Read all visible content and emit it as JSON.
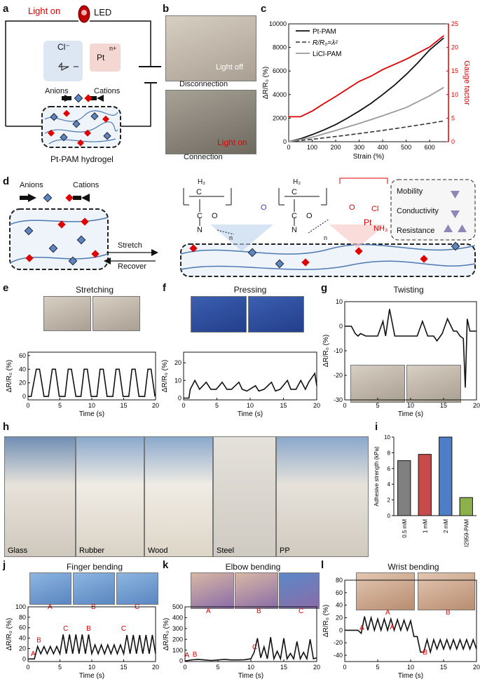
{
  "labels": {
    "a": "a",
    "b": "b",
    "c": "c",
    "d": "d",
    "e": "e",
    "f": "f",
    "g": "g",
    "h": "h",
    "i": "i",
    "j": "j",
    "k": "k",
    "l": "l"
  },
  "panel_a": {
    "light_on": "Light on",
    "led": "LED",
    "anion_formula": "Cl⁻",
    "anions": "Anions",
    "cation_formula": "Pt",
    "cation_sup": "n+",
    "cations": "Cations",
    "hydrogel": "Pt-PAM hydrogel"
  },
  "panel_b": {
    "light_off": "Light off",
    "disconnection": "Disconnection",
    "light_on": "Light on",
    "connection": "Connection"
  },
  "panel_d": {
    "anions": "Anions",
    "cations": "Cations",
    "stretch": "Stretch",
    "recover": "Recover",
    "mobility": "Mobility",
    "conductivity": "Conductivity",
    "resistance": "Resistance",
    "ch2": "H₂",
    "c": "C",
    "h": "H",
    "o": "O",
    "n": "N",
    "cl": "Cl",
    "pt": "Pt",
    "nh3": "NH₃",
    "sub_n": "n"
  },
  "panel_h": {
    "photos": [
      "Glass",
      "Rubber",
      "Wood",
      "Steel",
      "PP"
    ]
  },
  "photo_labels": {
    "j": [
      "A",
      "B",
      "C"
    ],
    "k": [
      "A",
      "B",
      "C"
    ],
    "l": [
      "A",
      "B"
    ]
  },
  "trace_labels": {
    "j": [
      "A",
      "B",
      "C",
      "B",
      "C"
    ],
    "k": [
      "A",
      "B",
      "C"
    ],
    "l": [
      "A",
      "A",
      "B"
    ]
  },
  "chart_data": [
    {
      "id": "c",
      "type": "line",
      "xlabel": "Strain (%)",
      "ylabel": "ΔR/R₀ (%)",
      "y2label": "Gauge factor",
      "xlim": [
        0,
        680
      ],
      "ylim": [
        0,
        10000
      ],
      "y2lim": [
        0,
        25
      ],
      "xticks": [
        0,
        100,
        200,
        300,
        400,
        500,
        600
      ],
      "yticks": [
        0,
        2000,
        4000,
        6000,
        8000,
        10000
      ],
      "y2ticks": [
        0,
        5,
        10,
        15,
        20,
        25
      ],
      "legend": [
        "Pt-PAM",
        "R/R₀=λ²",
        "LiCl-PAM"
      ],
      "series": [
        {
          "name": "Pt-PAM",
          "axis": "left",
          "x": [
            0,
            50,
            100,
            150,
            200,
            250,
            300,
            350,
            400,
            450,
            500,
            550,
            600,
            660
          ],
          "y": [
            0,
            250,
            600,
            1000,
            1450,
            2000,
            2600,
            3250,
            4000,
            4800,
            5700,
            6700,
            7800,
            8800
          ]
        },
        {
          "name": "R/R₀=λ²",
          "axis": "left",
          "x": [
            0,
            100,
            200,
            300,
            400,
            500,
            600,
            660
          ],
          "y": [
            0,
            210,
            440,
            690,
            960,
            1250,
            1560,
            1760
          ]
        },
        {
          "name": "LiCl-PAM",
          "axis": "left",
          "x": [
            0,
            100,
            200,
            300,
            400,
            500,
            600,
            660
          ],
          "y": [
            0,
            380,
            950,
            1550,
            2200,
            2900,
            3900,
            4600
          ]
        },
        {
          "name": "Gauge factor",
          "axis": "right",
          "x": [
            0,
            50,
            100,
            150,
            200,
            250,
            300,
            350,
            400,
            450,
            500,
            550,
            600,
            660
          ],
          "y": [
            5.3,
            5.3,
            6.5,
            8.1,
            9.6,
            11.2,
            12.8,
            13.9,
            15.3,
            16.4,
            17.5,
            18.8,
            20.1,
            22.5
          ]
        }
      ]
    },
    {
      "id": "e",
      "type": "line",
      "title": "Stretching",
      "xlabel": "Time (s)",
      "ylabel": "ΔR/R₀ (%)",
      "xlim": [
        0,
        20
      ],
      "ylim": [
        -5,
        65
      ],
      "xticks": [
        0,
        5,
        10,
        15,
        20
      ],
      "yticks": [
        0,
        20,
        40,
        60
      ],
      "series": [
        {
          "name": "",
          "x": [
            0,
            0.5,
            1.3,
            1.8,
            2.5,
            3.2,
            3.8,
            4.3,
            4.9,
            5.8,
            6.3,
            6.8,
            7.5,
            8.3,
            8.8,
            9.3,
            9.9,
            10.8,
            11.3,
            11.8,
            12.4,
            13.3,
            13.8,
            14.3,
            14.9,
            15.8,
            16.3,
            16.8,
            17.4,
            18.3,
            18.8,
            19.3,
            19.9
          ],
          "y": [
            0,
            0,
            40,
            40,
            0,
            0,
            40,
            40,
            0,
            0,
            40,
            40,
            0,
            0,
            40,
            40,
            0,
            0,
            40,
            40,
            0,
            0,
            40,
            40,
            0,
            0,
            40,
            40,
            0,
            0,
            40,
            40,
            0
          ]
        }
      ]
    },
    {
      "id": "f",
      "type": "line",
      "title": "Pressing",
      "xlabel": "Time (s)",
      "ylabel": "ΔR/R₀ (%)",
      "xlim": [
        0,
        20
      ],
      "ylim": [
        -1,
        26
      ],
      "xticks": [
        0,
        5,
        10,
        15,
        20
      ],
      "yticks": [
        0,
        10,
        20
      ],
      "series": [
        {
          "name": "",
          "x": [
            0,
            0.8,
            1.0,
            1.7,
            2.4,
            3.4,
            4.1,
            4.9,
            5.8,
            6.5,
            7.2,
            8.3,
            8.8,
            9.5,
            10.8,
            11.3,
            12.1,
            13.2,
            13.8,
            14.5,
            15.6,
            16.1,
            16.9,
            17.6,
            18.3,
            18.8,
            19.7,
            20
          ],
          "y": [
            0,
            0,
            5,
            10,
            5,
            9,
            5,
            5,
            9,
            5,
            5,
            9,
            5,
            4,
            7,
            4,
            5,
            9,
            4,
            5,
            10,
            5,
            5,
            10,
            5,
            9,
            14,
            7
          ]
        }
      ]
    },
    {
      "id": "g",
      "type": "line",
      "title": "Twisting",
      "xlabel": "Time (s)",
      "ylabel": "ΔR/R₀ (%)",
      "xlim": [
        0,
        20
      ],
      "ylim": [
        -30,
        10
      ],
      "xticks": [
        0,
        5,
        10,
        15,
        20
      ],
      "yticks": [
        -30,
        -20,
        -10,
        0,
        10
      ],
      "series": [
        {
          "name": "",
          "x": [
            0,
            1,
            1.6,
            2,
            2.4,
            3.2,
            5,
            5.8,
            6.2,
            6.8,
            7.6,
            10,
            11,
            11.8,
            12.6,
            13.5,
            14,
            14.8,
            15.6,
            16.5,
            17,
            17.5,
            18,
            18.3,
            18.6,
            19,
            20
          ],
          "y": [
            0,
            0,
            -3,
            -4,
            -3,
            -4,
            -4,
            2,
            -4,
            7,
            -4,
            -4,
            -4,
            2,
            -4,
            -4,
            -6,
            -3,
            3,
            -2,
            -2,
            -4,
            -5,
            -25,
            3,
            -2,
            -2
          ]
        }
      ]
    },
    {
      "id": "i",
      "type": "bar",
      "ylabel": "Adhesive strength (kPa)",
      "ylim": [
        0,
        10
      ],
      "yticks": [
        0,
        2,
        4,
        6,
        8,
        10
      ],
      "categories": [
        "0.5 mM",
        "1 mM",
        "2 mM",
        "I2959-PAM"
      ],
      "values": [
        7.0,
        7.8,
        10.0,
        2.3
      ],
      "colors": [
        "#808080",
        "#c84b4b",
        "#4f7ec9",
        "#8cb04a"
      ]
    },
    {
      "id": "j",
      "type": "line",
      "title": "Finger bending",
      "xlabel": "Time (s)",
      "ylabel": "ΔR/R₀ (%)",
      "xlim": [
        0,
        20
      ],
      "ylim": [
        -5,
        100
      ],
      "xticks": [
        0,
        5,
        10,
        15,
        20
      ],
      "yticks": [
        0,
        20,
        40,
        60,
        80,
        100
      ],
      "series": [
        {
          "name": "",
          "x": [
            0,
            1,
            1.5,
            2,
            2.5,
            3,
            3.5,
            4,
            4.5,
            5,
            5.5,
            6,
            6.5,
            7,
            7.5,
            8,
            8.5,
            9,
            9.5,
            10,
            10.5,
            11,
            11.5,
            12,
            12.5,
            13,
            13.5,
            14,
            14.5,
            15,
            15.5,
            16,
            16.5,
            17,
            17.5,
            18,
            18.5,
            19,
            19.5,
            20
          ],
          "y": [
            0,
            0,
            24,
            10,
            24,
            10,
            24,
            10,
            24,
            10,
            47,
            10,
            47,
            10,
            47,
            10,
            47,
            10,
            47,
            10,
            27,
            10,
            27,
            10,
            27,
            10,
            27,
            10,
            27,
            10,
            46,
            10,
            46,
            10,
            46,
            10,
            46,
            10,
            46,
            10
          ]
        }
      ]
    },
    {
      "id": "k",
      "type": "line",
      "title": "Elbow bending",
      "xlabel": "Time (s)",
      "ylabel": "ΔR/R₀ (%)",
      "xlim": [
        0,
        20
      ],
      "ylim": [
        -5,
        500
      ],
      "xticks": [
        0,
        5,
        10,
        15,
        20
      ],
      "yticks": [
        0,
        100,
        200,
        300,
        400,
        500
      ],
      "series": [
        {
          "name": "",
          "x": [
            0,
            1,
            2,
            3,
            4,
            5,
            6,
            7,
            8,
            9,
            10,
            10.5,
            11,
            11.5,
            12,
            12.5,
            13,
            13.5,
            14,
            14.5,
            15,
            15.5,
            16,
            16.5,
            17,
            17.5,
            18,
            18.5,
            19,
            19.5,
            20
          ],
          "y": [
            0,
            10,
            15,
            10,
            5,
            10,
            15,
            10,
            10,
            12,
            20,
            80,
            210,
            30,
            130,
            20,
            220,
            20,
            90,
            20,
            210,
            20,
            70,
            20,
            180,
            20,
            80,
            20,
            200,
            20,
            30
          ]
        }
      ]
    },
    {
      "id": "l",
      "type": "line",
      "title": "Wrist bending",
      "xlabel": "Time (s)",
      "ylabel": "ΔR/R₀ (%)",
      "xlim": [
        0,
        20
      ],
      "ylim": [
        -50,
        80
      ],
      "xticks": [
        0,
        5,
        10,
        15,
        20
      ],
      "yticks": [
        -40,
        -20,
        0,
        20,
        40,
        60,
        80
      ],
      "series": [
        {
          "name": "",
          "x": [
            0,
            1,
            2,
            2.5,
            3,
            3.5,
            4,
            4.5,
            5,
            5.5,
            6,
            6.5,
            7,
            7.5,
            8,
            8.5,
            9,
            9.5,
            10,
            10.5,
            11,
            11.5,
            12,
            12.5,
            13,
            13.5,
            14,
            14.5,
            15,
            15.5,
            16,
            16.5,
            17,
            17.5,
            18,
            18.5,
            19,
            19.5,
            20
          ],
          "y": [
            0,
            0,
            0,
            -5,
            22,
            0,
            20,
            0,
            18,
            0,
            18,
            0,
            18,
            0,
            17,
            0,
            16,
            0,
            15,
            -10,
            -10,
            -35,
            -35,
            -15,
            -35,
            -15,
            -30,
            -15,
            -30,
            -15,
            -30,
            -15,
            -30,
            -15,
            -30,
            -15,
            -30,
            -15,
            -30
          ]
        }
      ]
    }
  ]
}
